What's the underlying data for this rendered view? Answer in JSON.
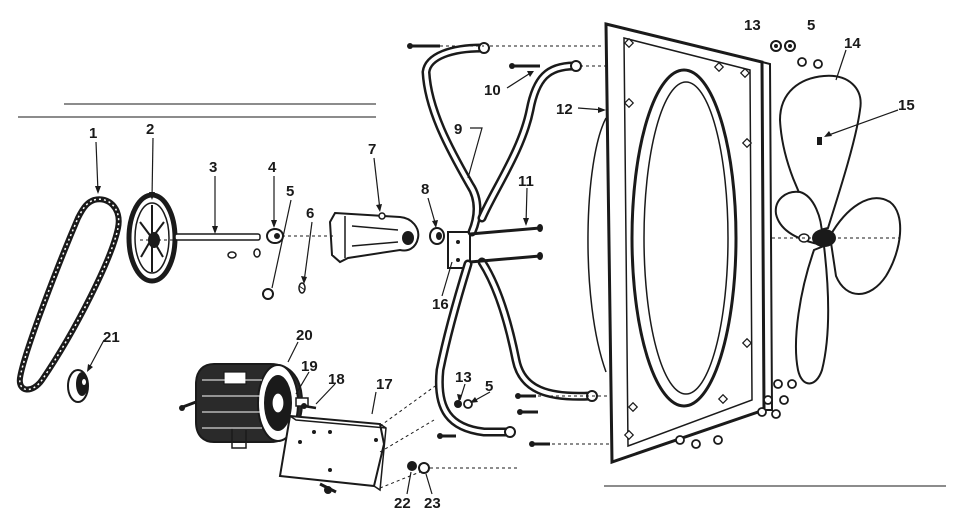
{
  "callouts": [
    {
      "id": "p1",
      "label": "1"
    },
    {
      "id": "p2",
      "label": "2"
    },
    {
      "id": "p3",
      "label": "3"
    },
    {
      "id": "p4",
      "label": "4"
    },
    {
      "id": "p5a",
      "label": "5"
    },
    {
      "id": "p6",
      "label": "6"
    },
    {
      "id": "p7",
      "label": "7"
    },
    {
      "id": "p8",
      "label": "8"
    },
    {
      "id": "p9",
      "label": "9"
    },
    {
      "id": "p10",
      "label": "10"
    },
    {
      "id": "p11",
      "label": "11"
    },
    {
      "id": "p12",
      "label": "12"
    },
    {
      "id": "p13a",
      "label": "13"
    },
    {
      "id": "p5b",
      "label": "5"
    },
    {
      "id": "p14",
      "label": "14"
    },
    {
      "id": "p15",
      "label": "15"
    },
    {
      "id": "p16",
      "label": "16"
    },
    {
      "id": "p17",
      "label": "17"
    },
    {
      "id": "p18",
      "label": "18"
    },
    {
      "id": "p19",
      "label": "19"
    },
    {
      "id": "p20",
      "label": "20"
    },
    {
      "id": "p21",
      "label": "21"
    },
    {
      "id": "p13b",
      "label": "13"
    },
    {
      "id": "p5c",
      "label": "5"
    },
    {
      "id": "p22",
      "label": "22"
    },
    {
      "id": "p23",
      "label": "23"
    }
  ]
}
